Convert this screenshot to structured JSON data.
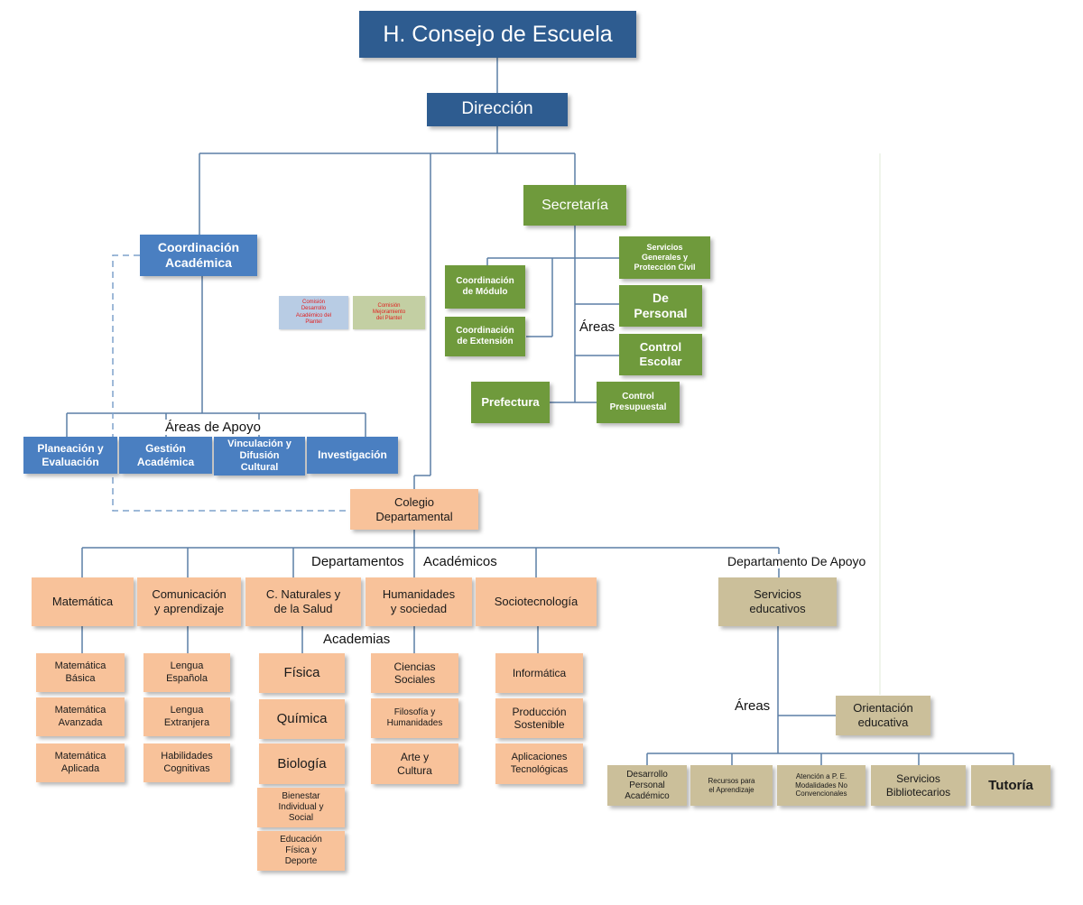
{
  "top": {
    "consejo": "H. Consejo de Escuela",
    "direccion": "Dirección"
  },
  "coordinacion": {
    "title": "Coordinación\nAcadémica",
    "areas_label": "Áreas de Apoyo",
    "areas": [
      "Planeación y\nEvaluación",
      "Gestión\nAcadémica",
      "Vinculación y\nDifusión\nCultural",
      "Investigación"
    ]
  },
  "comisiones": {
    "desarrollo": "Comisión\nDesarrollo\nAcadémico del\nPlantel",
    "mejoramiento": "Comisión\nMejoramiento\ndel Plantel"
  },
  "secretaria": {
    "title": "Secretaría",
    "modulo": "Coordinación\nde Módulo",
    "extension": "Coordinación\nde Extensión",
    "prefectura": "Prefectura",
    "areas_label": "Áreas",
    "servicios_generales": "Servicios\nGenerales y\nProtección Civil",
    "personal": "De\nPersonal",
    "control_escolar": "Control\nEscolar",
    "control_presupuestal": "Control\nPresupuestal"
  },
  "colegio": {
    "title": "Colegio\nDepartamental",
    "dept_label_1": "Departamentos",
    "dept_label_2": "Académicos",
    "academias_label": "Academias",
    "departments": [
      {
        "name": "Matemática",
        "academias": [
          "Matemática\nBásica",
          "Matemática\nAvanzada",
          "Matemática\nAplicada"
        ]
      },
      {
        "name": "Comunicación\ny aprendizaje",
        "academias": [
          "Lengua\nEspañola",
          "Lengua\nExtranjera",
          "Habilidades\nCognitivas"
        ]
      },
      {
        "name": "C. Naturales y\nde la Salud",
        "academias": [
          "Física",
          "Química",
          "Biología",
          "Bienestar\nIndividual y\nSocial",
          "Educación\nFísica y\nDeporte"
        ]
      },
      {
        "name": "Humanidades\ny sociedad",
        "academias": [
          "Ciencias\nSociales",
          "Filosofía y\nHumanidades",
          "Arte y\nCultura"
        ]
      },
      {
        "name": "Sociotecnología",
        "academias": [
          "Informática",
          "Producción\nSostenible",
          "Aplicaciones\nTecnológicas"
        ]
      }
    ]
  },
  "apoyo": {
    "dept_label": "Departamento De Apoyo",
    "servicios": "Servicios\neducativos",
    "areas_label": "Áreas",
    "orientacion": "Orientación\neducativa",
    "areas": [
      "Desarrollo\nPersonal\nAcadémico",
      "Recursos para\nel Aprendizaje",
      "Atención a P. E.\nModalidades No\nConvencionales",
      "Servicios\nBibliotecarios",
      "Tutoría"
    ]
  },
  "colors": {
    "navy": "#2e5c90",
    "blue": "#4a7fc1",
    "green": "#6f9a3c",
    "peach": "#f8c29a",
    "tan": "#cbbf9a",
    "line": "#5b7fa6"
  }
}
